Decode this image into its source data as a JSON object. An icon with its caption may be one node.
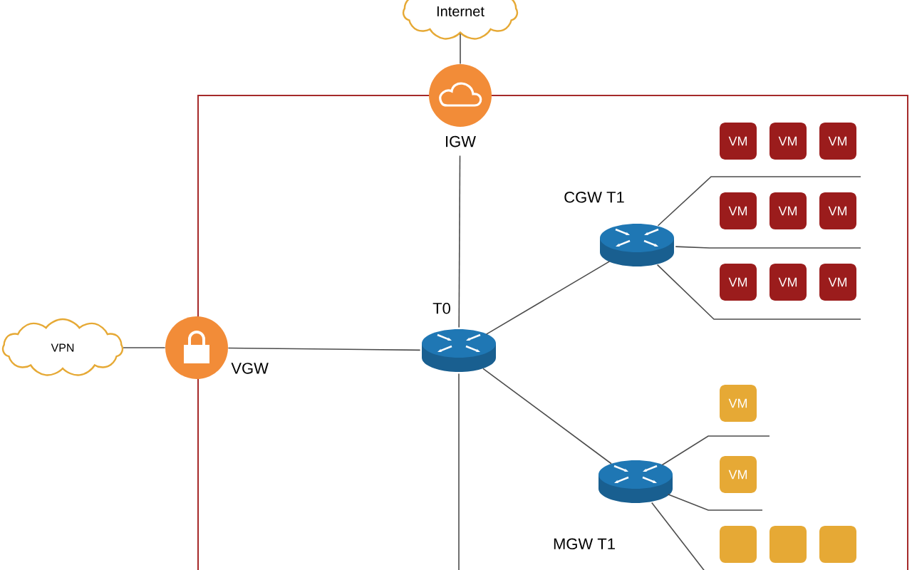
{
  "diagram": {
    "nodes": [
      {
        "text": [
          "Internet"
        ]
      },
      {
        "text": [
          "IGW"
        ]
      },
      {
        "text": [
          "VPN"
        ]
      },
      {
        "text": [
          "VGW"
        ]
      },
      {
        "text": [
          "T0"
        ]
      },
      {
        "text": [
          "CGW T1"
        ]
      },
      {
        "text": [
          "MGW T1"
        ]
      },
      {
        "text": [
          "VM"
        ]
      },
      {
        "text": [
          "VM"
        ]
      },
      {
        "text": [
          "VM"
        ]
      },
      {
        "text": [
          "VM"
        ]
      },
      {
        "text": [
          "VM"
        ]
      },
      {
        "text": [
          "VM"
        ]
      },
      {
        "text": [
          "VM"
        ]
      },
      {
        "text": [
          "VM"
        ]
      },
      {
        "text": [
          "VM"
        ]
      },
      {
        "text": [
          "VM"
        ]
      },
      {
        "text": [
          "VM"
        ]
      },
      {
        "text": [],
        "shape": "box"
      },
      {
        "text": [],
        "shape": "box"
      },
      {
        "text": [],
        "shape": "box"
      }
    ],
    "edges": [
      {
        "from": 0,
        "to": 1,
        "arrow": "none"
      },
      {
        "from": 1,
        "to": 4,
        "arrow": "none"
      },
      {
        "from": 2,
        "to": 3,
        "arrow": "none"
      },
      {
        "from": 3,
        "to": 4,
        "arrow": "none"
      },
      {
        "from": 4,
        "to": 5,
        "arrow": "none"
      },
      {
        "from": 4,
        "to": 6,
        "arrow": "none"
      },
      {
        "from": 4,
        "to": null,
        "arrow": "none"
      },
      {
        "from": 5,
        "to": null,
        "arrow": "none"
      },
      {
        "from": 5,
        "to": null,
        "arrow": "none"
      },
      {
        "from": 5,
        "to": null,
        "arrow": "none"
      },
      {
        "from": 6,
        "to": null,
        "arrow": "none"
      },
      {
        "from": 6,
        "to": null,
        "arrow": "none"
      },
      {
        "from": 6,
        "to": null,
        "arrow": "none"
      }
    ]
  }
}
